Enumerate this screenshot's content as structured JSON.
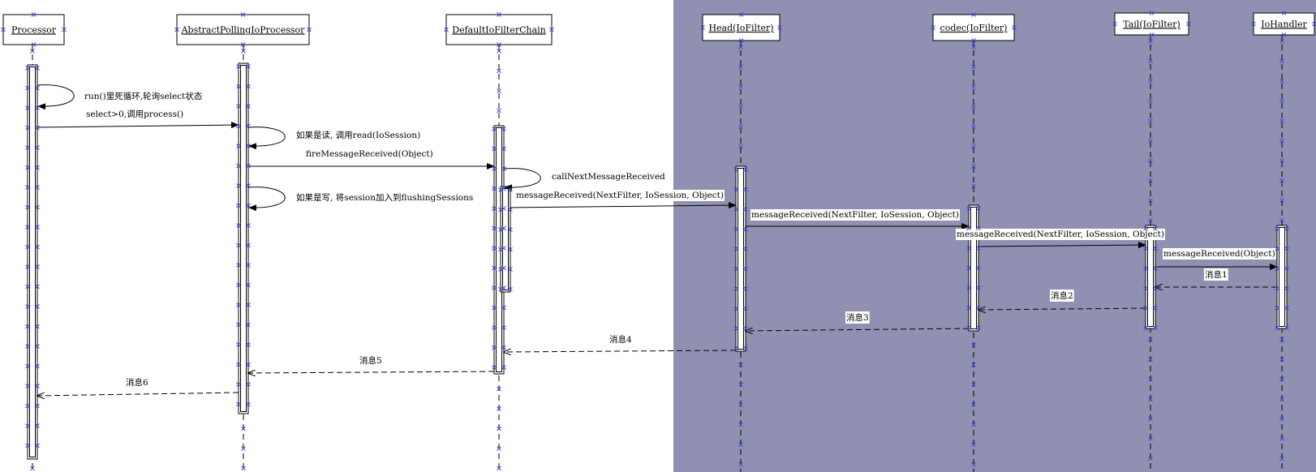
{
  "colors": {
    "background_left": "#ffffff",
    "background_right": "#9090b2",
    "line": "#000000",
    "selection_marker": "#4b4bd6",
    "box_fill": "#ffffff"
  },
  "participants": [
    {
      "id": "processor",
      "label": "Processor"
    },
    {
      "id": "apip",
      "label": "AbstractPollingIoProcessor"
    },
    {
      "id": "difc",
      "label": "DefaultIoFilterChain"
    },
    {
      "id": "head",
      "label": "Head(IoFilter)"
    },
    {
      "id": "codec",
      "label": "codec(IoFilter)"
    },
    {
      "id": "tail",
      "label": "Tail(IoFilter)"
    },
    {
      "id": "handler",
      "label": "IoHandler"
    }
  ],
  "messages": [
    {
      "id": "m-run-loop",
      "label": "run()里死循环,轮询select状态",
      "from": "processor",
      "to": "processor",
      "kind": "self"
    },
    {
      "id": "m-process",
      "label": "select>0,调用process()",
      "from": "processor",
      "to": "apip",
      "kind": "sync"
    },
    {
      "id": "m-read",
      "label": "如果是读, 调用read(IoSession)",
      "from": "apip",
      "to": "apip",
      "kind": "self"
    },
    {
      "id": "m-fire",
      "label": "fireMessageReceived(Object)",
      "from": "apip",
      "to": "difc",
      "kind": "sync"
    },
    {
      "id": "m-call-next",
      "label": "callNextMessageReceived",
      "from": "difc",
      "to": "difc",
      "kind": "self"
    },
    {
      "id": "m-write",
      "label": "如果是写, 将session加入到flushingSessions",
      "from": "apip",
      "to": "apip",
      "kind": "self"
    },
    {
      "id": "m-recv-head",
      "label": "messageReceived(NextFilter, IoSession, Object)",
      "from": "difc",
      "to": "head",
      "kind": "sync"
    },
    {
      "id": "m-recv-codec",
      "label": "messageReceived(NextFilter, IoSession, Object)",
      "from": "head",
      "to": "codec",
      "kind": "sync"
    },
    {
      "id": "m-recv-tail",
      "label": "messageReceived(NextFilter, IoSession, Object)",
      "from": "codec",
      "to": "tail",
      "kind": "sync"
    },
    {
      "id": "m-recv-handler",
      "label": "messageReceived(Object)",
      "from": "tail",
      "to": "handler",
      "kind": "sync"
    },
    {
      "id": "m-ret-1",
      "label": "消息1",
      "from": "handler",
      "to": "tail",
      "kind": "return"
    },
    {
      "id": "m-ret-2",
      "label": "消息2",
      "from": "tail",
      "to": "codec",
      "kind": "return"
    },
    {
      "id": "m-ret-3",
      "label": "消息3",
      "from": "codec",
      "to": "head",
      "kind": "return"
    },
    {
      "id": "m-ret-4",
      "label": "消息4",
      "from": "head",
      "to": "difc",
      "kind": "return"
    },
    {
      "id": "m-ret-5",
      "label": "消息5",
      "from": "difc",
      "to": "apip",
      "kind": "return"
    },
    {
      "id": "m-ret-6",
      "label": "消息6",
      "from": "apip",
      "to": "processor",
      "kind": "return"
    }
  ]
}
